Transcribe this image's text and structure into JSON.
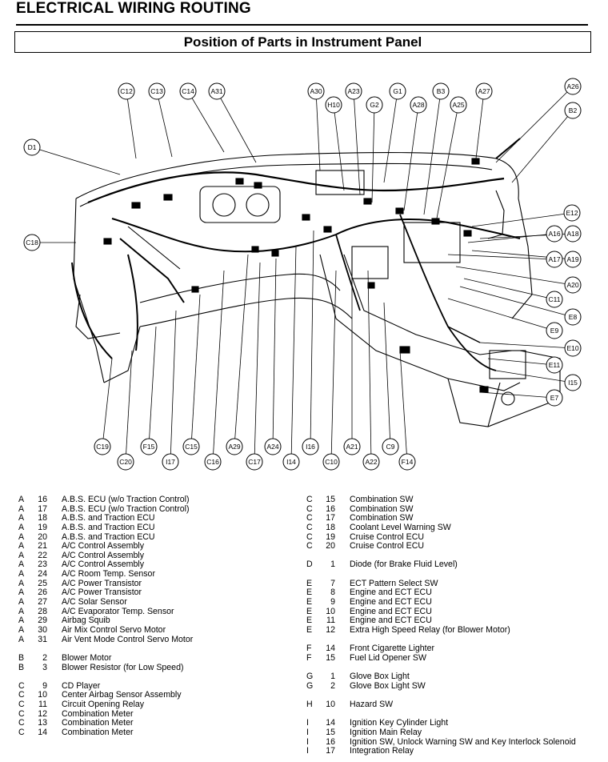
{
  "header": "ELECTRICAL WIRING ROUTING",
  "subtitle": "Position of Parts in Instrument Panel",
  "callouts": [
    "C12",
    "C13",
    "C14",
    "A31",
    "A30",
    "H10",
    "A23",
    "G2",
    "G1",
    "A28",
    "B3",
    "A25",
    "A27",
    "A26",
    "B2",
    "D1",
    "C18",
    "E12",
    "A16",
    "A18",
    "A17",
    "A19",
    "A20",
    "C11",
    "E8",
    "E9",
    "E10",
    "E11",
    "I15",
    "E7",
    "C19",
    "C20",
    "F15",
    "I17",
    "C15",
    "C16",
    "A29",
    "C17",
    "A24",
    "I14",
    "I16",
    "C10",
    "A21",
    "A22",
    "C9",
    "F14"
  ],
  "legend_left": [
    {
      "c": "A",
      "n": "16",
      "t": "A.B.S. ECU (w/o Traction Control)"
    },
    {
      "c": "A",
      "n": "17",
      "t": "A.B.S. ECU (w/o Traction Control)"
    },
    {
      "c": "A",
      "n": "18",
      "t": "A.B.S. and Traction ECU"
    },
    {
      "c": "A",
      "n": "19",
      "t": "A.B.S. and Traction ECU"
    },
    {
      "c": "A",
      "n": "20",
      "t": "A.B.S. and Traction ECU"
    },
    {
      "c": "A",
      "n": "21",
      "t": "A/C Control Assembly"
    },
    {
      "c": "A",
      "n": "22",
      "t": "A/C Control Assembly"
    },
    {
      "c": "A",
      "n": "23",
      "t": "A/C Control Assembly"
    },
    {
      "c": "A",
      "n": "24",
      "t": "A/C Room Temp. Sensor"
    },
    {
      "c": "A",
      "n": "25",
      "t": "A/C Power Transistor"
    },
    {
      "c": "A",
      "n": "26",
      "t": "A/C Power Transistor"
    },
    {
      "c": "A",
      "n": "27",
      "t": "A/C Solar Sensor"
    },
    {
      "c": "A",
      "n": "28",
      "t": "A/C Evaporator Temp. Sensor"
    },
    {
      "c": "A",
      "n": "29",
      "t": "Airbag Squib"
    },
    {
      "c": "A",
      "n": "30",
      "t": "Air Mix Control Servo Motor"
    },
    {
      "c": "A",
      "n": "31",
      "t": "Air Vent Mode Control Servo Motor"
    },
    {
      "gap": true
    },
    {
      "c": "B",
      "n": "2",
      "t": "Blower Motor"
    },
    {
      "c": "B",
      "n": "3",
      "t": "Blower Resistor (for Low Speed)"
    },
    {
      "gap": true
    },
    {
      "c": "C",
      "n": "9",
      "t": "CD Player"
    },
    {
      "c": "C",
      "n": "10",
      "t": "Center Airbag Sensor Assembly"
    },
    {
      "c": "C",
      "n": "11",
      "t": "Circuit Opening Relay"
    },
    {
      "c": "C",
      "n": "12",
      "t": "Combination Meter"
    },
    {
      "c": "C",
      "n": "13",
      "t": "Combination Meter"
    },
    {
      "c": "C",
      "n": "14",
      "t": "Combination Meter"
    }
  ],
  "legend_right": [
    {
      "c": "C",
      "n": "15",
      "t": "Combination SW"
    },
    {
      "c": "C",
      "n": "16",
      "t": "Combination SW"
    },
    {
      "c": "C",
      "n": "17",
      "t": "Combination SW"
    },
    {
      "c": "C",
      "n": "18",
      "t": "Coolant Level Warning SW"
    },
    {
      "c": "C",
      "n": "19",
      "t": "Cruise Control ECU"
    },
    {
      "c": "C",
      "n": "20",
      "t": "Cruise Control ECU"
    },
    {
      "gap": true
    },
    {
      "c": "D",
      "n": "1",
      "t": "Diode (for Brake Fluid Level)"
    },
    {
      "gap": true
    },
    {
      "c": "E",
      "n": "7",
      "t": "ECT Pattern Select SW"
    },
    {
      "c": "E",
      "n": "8",
      "t": "Engine and ECT ECU"
    },
    {
      "c": "E",
      "n": "9",
      "t": "Engine and ECT ECU"
    },
    {
      "c": "E",
      "n": "10",
      "t": "Engine and ECT ECU"
    },
    {
      "c": "E",
      "n": "11",
      "t": "Engine and ECT ECU"
    },
    {
      "c": "E",
      "n": "12",
      "t": "Extra High Speed Relay (for Blower Motor)"
    },
    {
      "gap": true
    },
    {
      "c": "F",
      "n": "14",
      "t": "Front Cigarette Lighter"
    },
    {
      "c": "F",
      "n": "15",
      "t": "Fuel Lid Opener SW"
    },
    {
      "gap": true
    },
    {
      "c": "G",
      "n": "1",
      "t": "Glove Box Light"
    },
    {
      "c": "G",
      "n": "2",
      "t": "Glove Box Light SW"
    },
    {
      "gap": true
    },
    {
      "c": "H",
      "n": "10",
      "t": "Hazard SW"
    },
    {
      "gap": true
    },
    {
      "c": "I",
      "n": "14",
      "t": "Ignition Key Cylinder Light"
    },
    {
      "c": "I",
      "n": "15",
      "t": "Ignition Main Relay"
    },
    {
      "c": "I",
      "n": "16",
      "t": "Ignition SW, Unlock Warning SW and Key Interlock Solenoid"
    },
    {
      "c": "I",
      "n": "17",
      "t": "Integration Relay"
    }
  ]
}
